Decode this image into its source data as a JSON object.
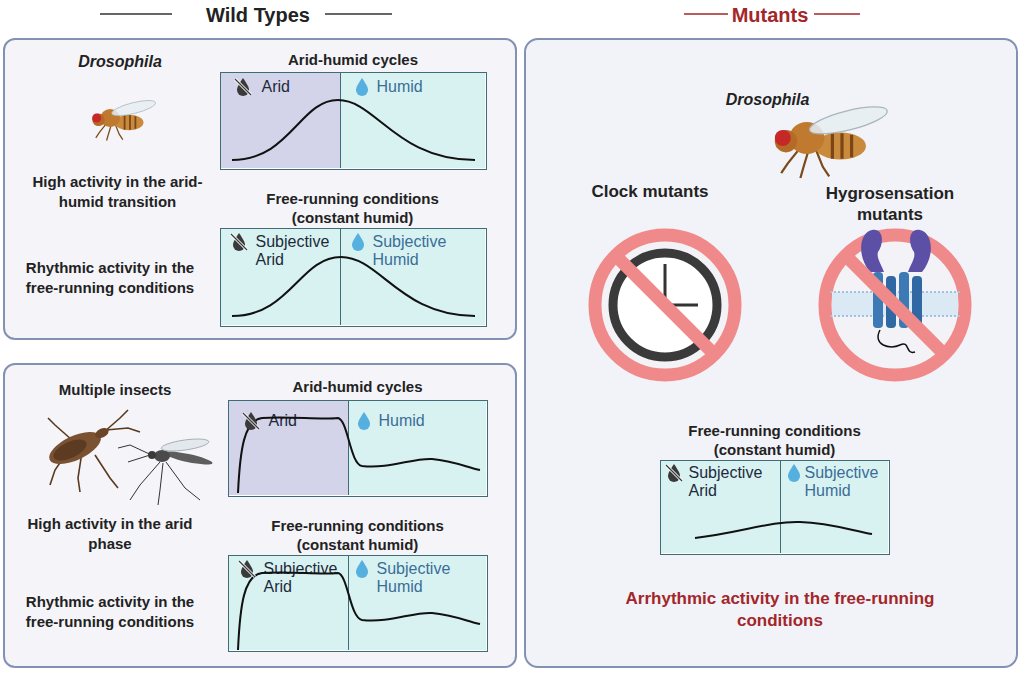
{
  "diagram": {
    "nodes": [
      {
        "text": [
          "Drosophila",
          "High activity in the arid-humid transition",
          "Rhythmic activity in the free-running conditions"
        ]
      },
      {
        "text": [
          "Arid-humid cycles"
        ],
        "in": 0
      },
      {
        "text": [
          "Arid"
        ],
        "in": 1
      },
      {
        "text": [
          "Humid"
        ],
        "in": 1
      },
      {
        "text": [
          "Free-running conditions (constant humid)"
        ],
        "in": 0
      },
      {
        "text": [
          "Subjective Arid"
        ],
        "in": 4
      },
      {
        "text": [
          "Subjective Humid"
        ],
        "in": 4
      },
      {
        "text": [
          "Multiple insects",
          "High activity in the arid phase",
          "Rhythmic activity in the free-running conditions"
        ]
      },
      {
        "text": [
          "Arid-humid cycles"
        ],
        "in": 7
      },
      {
        "text": [
          "Arid"
        ],
        "in": 8
      },
      {
        "text": [
          "Humid"
        ],
        "in": 8
      },
      {
        "text": [
          "Free-running conditions (constant humid)"
        ],
        "in": 7
      },
      {
        "text": [
          "Subjective Arid"
        ],
        "in": 11
      },
      {
        "text": [
          "Subjective Humid"
        ],
        "in": 11
      },
      {
        "text": [
          "Drosophila",
          "Clock mutants",
          "Hygrosensation mutants",
          "Arrhythmic activity in the free-running conditions"
        ]
      },
      {
        "text": [
          "Free-running conditions (constant humid)"
        ],
        "in": 14
      },
      {
        "text": [
          "Subjective Arid"
        ],
        "in": 15
      },
      {
        "text": [
          "Subjective Humid"
        ],
        "in": 15
      }
    ],
    "labels": [
      "Wild Types",
      "Mutants"
    ]
  }
}
